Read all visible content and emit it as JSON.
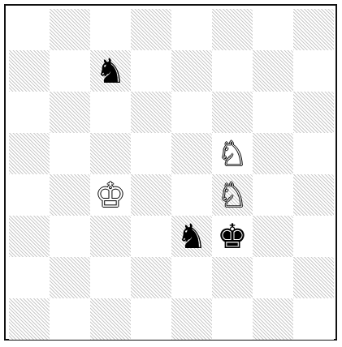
{
  "board": {
    "size": 8,
    "light_color": "#ffffff",
    "dark_color": "#c9c9c9",
    "pieces": [
      {
        "square": "c7",
        "type": "knight",
        "color": "black",
        "glyph": "♞",
        "name": "black-knight-icon"
      },
      {
        "square": "f5",
        "type": "knight",
        "color": "white",
        "glyph": "♘",
        "name": "white-knight-icon"
      },
      {
        "square": "c4",
        "type": "king",
        "color": "white",
        "glyph": "♔",
        "name": "white-king-icon"
      },
      {
        "square": "f4",
        "type": "knight",
        "color": "white",
        "glyph": "♘",
        "name": "white-knight-icon"
      },
      {
        "square": "e3",
        "type": "knight",
        "color": "black",
        "glyph": "♞",
        "name": "black-knight-icon"
      },
      {
        "square": "f3",
        "type": "king",
        "color": "black",
        "glyph": "♚",
        "name": "black-king-icon"
      }
    ]
  }
}
